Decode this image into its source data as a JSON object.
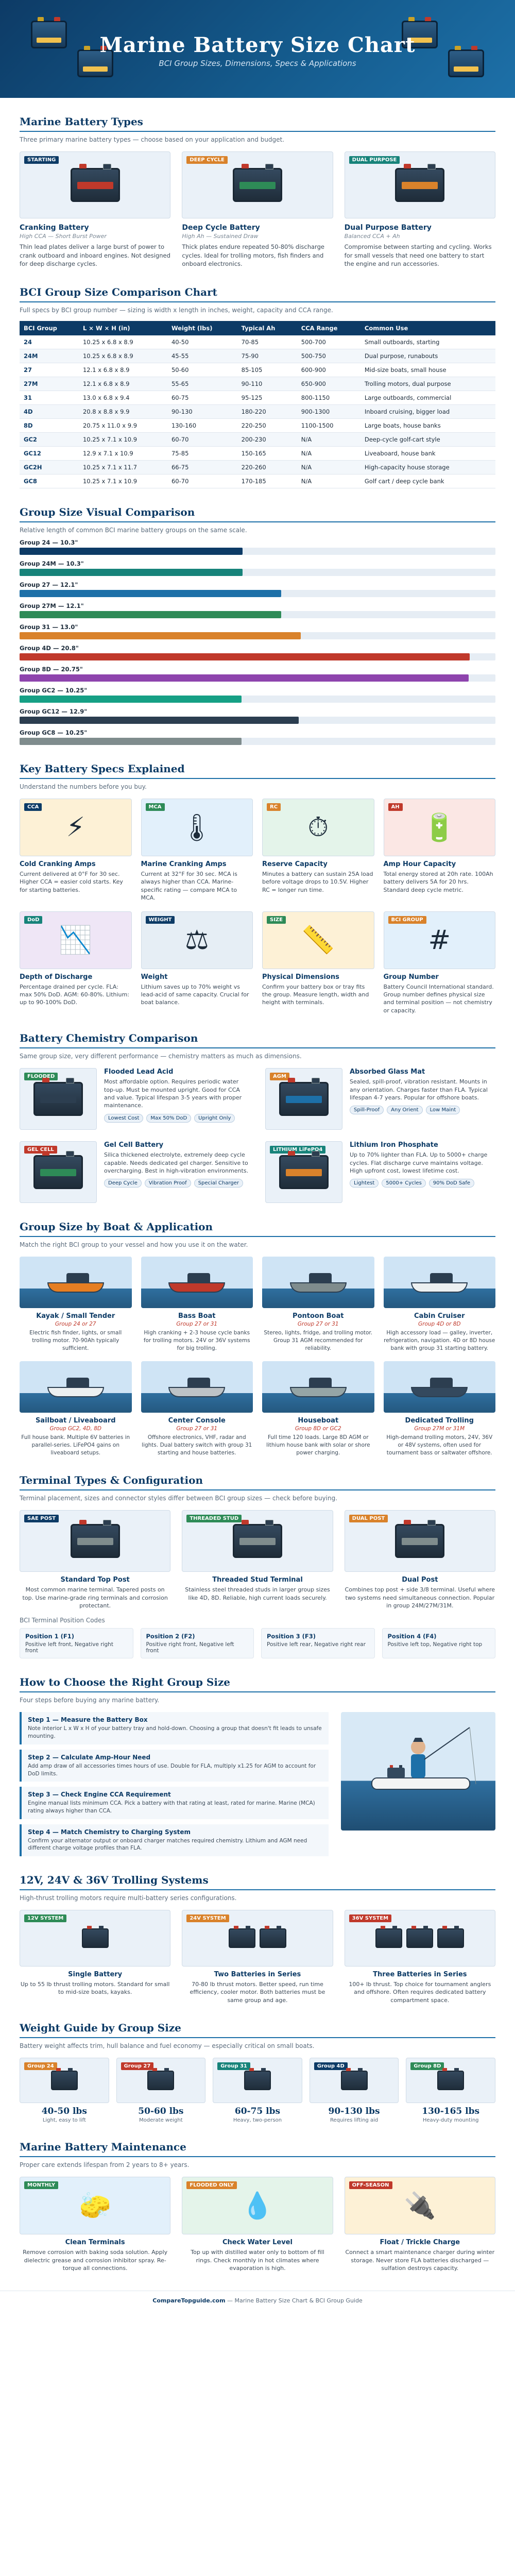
{
  "hero": {
    "title": "Marine Battery Size Chart",
    "subtitle": "BCI Group Sizes, Dimensions, Specs & Applications"
  },
  "types": {
    "title": "Marine Battery Types",
    "desc": "Three primary marine battery types — choose based on your application and budget.",
    "cards": [
      {
        "tag": "STARTING",
        "name": "Cranking Battery",
        "meta": "High CCA — Short Burst Power",
        "desc": "Thin lead plates deliver a large burst of power to crank outboard and inboard engines. Not designed for deep discharge cycles.",
        "color": "#c0392b"
      },
      {
        "tag": "DEEP CYCLE",
        "name": "Deep Cycle Battery",
        "meta": "High Ah — Sustained Draw",
        "desc": "Thick plates endure repeated 50-80% discharge cycles. Ideal for trolling motors, fish finders and onboard electronics.",
        "color": "#2e8b57"
      },
      {
        "tag": "DUAL PURPOSE",
        "name": "Dual Purpose Battery",
        "meta": "Balanced CCA + Ah",
        "desc": "Compromise between starting and cycling. Works for small vessels that need one battery to start the engine and run accessories.",
        "color": "#d9822b"
      }
    ]
  },
  "bci": {
    "title": "BCI Group Size Comparison Chart",
    "desc": "Full specs by BCI group number — sizing is width x length in inches, weight, capacity and CCA range.",
    "columns": [
      "BCI Group",
      "L × W × H (in)",
      "Weight (lbs)",
      "Typical Ah",
      "CCA Range",
      "Common Use"
    ],
    "rows": [
      [
        "24",
        "10.25 x 6.8 x 8.9",
        "40-50",
        "70-85",
        "500-700",
        "Small outboards, starting"
      ],
      [
        "24M",
        "10.25 x 6.8 x 8.9",
        "45-55",
        "75-90",
        "500-750",
        "Dual purpose, runabouts"
      ],
      [
        "27",
        "12.1 x 6.8 x 8.9",
        "50-60",
        "85-105",
        "600-900",
        "Mid-size boats, small house"
      ],
      [
        "27M",
        "12.1 x 6.8 x 8.9",
        "55-65",
        "90-110",
        "650-900",
        "Trolling motors, dual purpose"
      ],
      [
        "31",
        "13.0 x 6.8 x 9.4",
        "60-75",
        "95-125",
        "800-1150",
        "Large outboards, commercial"
      ],
      [
        "4D",
        "20.8 x 8.8 x 9.9",
        "90-130",
        "180-220",
        "900-1300",
        "Inboard cruising, bigger load"
      ],
      [
        "8D",
        "20.75 x 11.0 x 9.9",
        "130-160",
        "220-250",
        "1100-1500",
        "Large boats, house banks"
      ],
      [
        "GC2",
        "10.25 x 7.1 x 10.9",
        "60-70",
        "200-230",
        "N/A",
        "Deep-cycle golf-cart style"
      ],
      [
        "GC12",
        "12.9 x 7.1 x 10.9",
        "75-85",
        "150-165",
        "N/A",
        "Liveaboard, house bank"
      ],
      [
        "GC2H",
        "10.25 x 7.1 x 11.7",
        "66-75",
        "220-260",
        "N/A",
        "High-capacity house storage"
      ],
      [
        "GC8",
        "10.25 x 7.1 x 10.9",
        "60-70",
        "170-185",
        "N/A",
        "Golf cart / deep cycle bank"
      ]
    ]
  },
  "visual": {
    "title": "Group Size Visual Comparison",
    "desc": "Relative length of common BCI marine battery groups on the same scale."
  },
  "chart_data": {
    "type": "bar",
    "orientation": "horizontal",
    "categories": [
      "Group 24 — 10.3\"",
      "Group 24M — 10.3\"",
      "Group 27 — 12.1\"",
      "Group 27M — 12.1\"",
      "Group 31 — 13.0\"",
      "Group 4D — 20.8\"",
      "Group 8D — 20.75\"",
      "Group GC2 — 10.25\"",
      "Group GC12 — 12.9\"",
      "Group GC8 — 10.25\""
    ],
    "values": [
      10.3,
      10.3,
      12.1,
      12.1,
      13.0,
      20.8,
      20.75,
      10.25,
      12.9,
      10.25
    ],
    "colors": [
      "#0d3b66",
      "#17837a",
      "#1d70a8",
      "#2e8b57",
      "#d9822b",
      "#c0392b",
      "#8e44ad",
      "#16a085",
      "#2c3e50",
      "#7f8c8d"
    ],
    "xlim": [
      0,
      22
    ]
  },
  "features": {
    "title": "Key Battery Specs Explained",
    "desc": "Understand the numbers before you buy.",
    "items": [
      {
        "tag": "CCA",
        "name": "Cold Cranking Amps",
        "desc": "Current delivered at 0°F for 30 sec. Higher CCA = easier cold starts. Key for starting batteries.",
        "icon": "⚡",
        "bg": "#fdf1d6"
      },
      {
        "tag": "MCA",
        "name": "Marine Cranking Amps",
        "desc": "Current at 32°F for 30 sec. MCA is always higher than CCA. Marine-specific rating — compare MCA to MCA.",
        "icon": "🌡",
        "bg": "#e2f0fb"
      },
      {
        "tag": "RC",
        "name": "Reserve Capacity",
        "desc": "Minutes a battery can sustain 25A load before voltage drops to 10.5V. Higher RC = longer run time.",
        "icon": "⏱",
        "bg": "#e4f4ea"
      },
      {
        "tag": "AH",
        "name": "Amp Hour Capacity",
        "desc": "Total energy stored at 20h rate. 100Ah battery delivers 5A for 20 hrs. Standard deep cycle metric.",
        "icon": "🔋",
        "bg": "#fbe7e4"
      },
      {
        "tag": "DoD",
        "name": "Depth of Discharge",
        "desc": "Percentage drained per cycle. FLA: max 50% DoD. AGM: 60-80%. Lithium: up to 90-100% DoD.",
        "icon": "📉",
        "bg": "#efe6f6"
      },
      {
        "tag": "WEIGHT",
        "name": "Weight",
        "desc": "Lithium saves up to 70% weight vs lead-acid of same capacity. Crucial for boat balance.",
        "icon": "⚖",
        "bg": "#e6eef5"
      },
      {
        "tag": "SIZE",
        "name": "Physical Dimensions",
        "desc": "Confirm your battery box or tray fits the group. Measure length, width and height with terminals.",
        "icon": "📏",
        "bg": "#fdf1d6"
      },
      {
        "tag": "BCI GROUP",
        "name": "Group Number",
        "desc": "Battery Council International standard. Group number defines physical size and terminal position — not chemistry or capacity.",
        "icon": "#",
        "bg": "#e2f0fb"
      }
    ]
  },
  "chemistry": {
    "title": "Battery Chemistry Comparison",
    "desc": "Same group size, very different performance — chemistry matters as much as dimensions.",
    "items": [
      {
        "tag": "FLOODED",
        "name": "Flooded Lead Acid",
        "desc": "Most affordable option. Requires periodic water top-up. Must be mounted upright. Good for CCA and value. Typical lifespan 3-5 years with proper maintenance.",
        "pills": [
          "Lowest Cost",
          "Max 50% DoD",
          "Upright Only"
        ],
        "color": "#2c3e50"
      },
      {
        "tag": "AGM",
        "name": "Absorbed Glass Mat",
        "desc": "Sealed, spill-proof, vibration resistant. Mounts in any orientation. Charges faster than FLA. Typical lifespan 4-7 years. Popular for offshore boats.",
        "pills": [
          "Spill-Proof",
          "Any Orient",
          "Low Maint"
        ],
        "color": "#1d70a8"
      },
      {
        "tag": "GEL CELL",
        "name": "Gel Cell Battery",
        "desc": "Silica thickened electrolyte, extremely deep cycle capable. Needs dedicated gel charger. Sensitive to overcharging. Best in high-vibration environments.",
        "pills": [
          "Deep Cycle",
          "Vibration Proof",
          "Special Charger"
        ],
        "color": "#2e8b57"
      },
      {
        "tag": "LITHIUM LiFePO4",
        "name": "Lithium Iron Phosphate",
        "desc": "Up to 70% lighter than FLA. Up to 5000+ charge cycles. Flat discharge curve maintains voltage. High upfront cost, lowest lifetime cost.",
        "pills": [
          "Lightest",
          "5000+ Cycles",
          "90% DoD Safe"
        ],
        "color": "#d9822b"
      }
    ]
  },
  "boats": {
    "title": "Group Size by Boat & Application",
    "desc": "Match the right BCI group to your vessel and how you use it on the water.",
    "items": [
      {
        "name": "Kayak / Small Tender",
        "group": "Group 24 or 27",
        "desc": "Electric fish finder, lights, or small trolling motor. 70-90Ah typically sufficient.",
        "hull": "#e67e22"
      },
      {
        "name": "Bass Boat",
        "group": "Group 27 or 31",
        "desc": "High cranking + 2-3 house cycle banks for trolling motors. 24V or 36V systems for big trolling.",
        "hull": "#c0392b"
      },
      {
        "name": "Pontoon Boat",
        "group": "Group 27 or 31",
        "desc": "Stereo, lights, fridge, and trolling motor. Group 31 AGM recommended for reliability.",
        "hull": "#7f8c8d"
      },
      {
        "name": "Cabin Cruiser",
        "group": "Group 4D or 8D",
        "desc": "High accessory load — galley, inverter, refrigeration, navigation. 4D or 8D house bank with group 31 starting battery.",
        "hull": "#ecf0f1"
      },
      {
        "name": "Sailboat / Liveaboard",
        "group": "Group GC2, 4D, 8D",
        "desc": "Full house bank. Multiple 6V batteries in parallel-series. LiFePO4 gains on liveaboard setups.",
        "hull": "#ecf0f1"
      },
      {
        "name": "Center Console",
        "group": "Group 27 or 31",
        "desc": "Offshore electronics, VHF, radar and lights. Dual battery switch with group 31 starting and house batteries.",
        "hull": "#bdc3c7"
      },
      {
        "name": "Houseboat",
        "group": "Group 8D or GC2",
        "desc": "Full time 120 loads. Large 8D AGM or lithium house bank with solar or shore power charging.",
        "hull": "#95a5a6"
      },
      {
        "name": "Dedicated Trolling",
        "group": "Group 27M or 31M",
        "desc": "High-demand trolling motors, 24V, 36V or 48V systems, often used for tournament bass or saltwater offshore.",
        "hull": "#34495e"
      }
    ]
  },
  "terminals": {
    "title": "Terminal Types & Configuration",
    "desc": "Terminal placement, sizes and connector styles differ between BCI group sizes — check before buying.",
    "items": [
      {
        "tag": "SAE POST",
        "name": "Standard Top Post",
        "desc": "Most common marine terminal. Tapered posts on top. Use marine-grade ring terminals and corrosion protectant."
      },
      {
        "tag": "THREADED STUD",
        "name": "Threaded Stud Terminal",
        "desc": "Stainless steel threaded studs in larger group sizes like 4D, 8D. Reliable, high current loads securely."
      },
      {
        "tag": "DUAL POST",
        "name": "Dual Post",
        "desc": "Combines top post + side 3/8 terminal. Useful where two systems need simultaneous connection. Popular in group 24M/27M/31M."
      }
    ],
    "pos_label": "BCI Terminal Position Codes",
    "positions": [
      {
        "title": "Position 1 (F1)",
        "desc": "Positive left front, Negative right front"
      },
      {
        "title": "Position 2 (F2)",
        "desc": "Positive right front, Negative left front"
      },
      {
        "title": "Position 3 (F3)",
        "desc": "Positive left rear, Negative right rear"
      },
      {
        "title": "Position 4 (F4)",
        "desc": "Positive left top, Negative right top"
      }
    ]
  },
  "howto": {
    "title": "How to Choose the Right Group Size",
    "desc": "Four steps before buying any marine battery.",
    "steps": [
      {
        "title": "Step 1 — Measure the Battery Box",
        "desc": "Note interior L x W x H of your battery tray and hold-down. Choosing a group that doesn't fit leads to unsafe mounting."
      },
      {
        "title": "Step 2 — Calculate Amp-Hour Need",
        "desc": "Add amp draw of all accessories times hours of use. Double for FLA, multiply x1.25 for AGM to account for DoD limits."
      },
      {
        "title": "Step 3 — Check Engine CCA Requirement",
        "desc": "Engine manual lists minimum CCA. Pick a battery with that rating at least, rated for marine. Marine (MCA) rating always higher than CCA."
      },
      {
        "title": "Step 4 — Match Chemistry to Charging System",
        "desc": "Confirm your alternator output or onboard charger matches required chemistry. Lithium and AGM need different charge voltage profiles than FLA."
      }
    ]
  },
  "volts": {
    "title": "12V, 24V & 36V Trolling Systems",
    "desc": "High-thrust trolling motors require multi-battery series configurations.",
    "items": [
      {
        "tag": "12V SYSTEM",
        "name": "Single Battery",
        "desc": "Up to 55 lb thrust trolling motors. Standard for small to mid-size boats, kayaks.",
        "count": 1
      },
      {
        "tag": "24V SYSTEM",
        "name": "Two Batteries in Series",
        "desc": "70-80 lb thrust motors. Better speed, run time efficiency, cooler motor. Both batteries must be same group and age.",
        "count": 2
      },
      {
        "tag": "36V SYSTEM",
        "name": "Three Batteries in Series",
        "desc": "100+ lb thrust. Top choice for tournament anglers and offshore. Often requires dedicated battery compartment space.",
        "count": 3
      }
    ]
  },
  "weights": {
    "title": "Weight Guide by Group Size",
    "desc": "Battery weight affects trim, hull balance and fuel economy — especially critical on small boats.",
    "items": [
      {
        "tag": "Group 24",
        "val": "40-50 lbs",
        "desc": "Light, easy to lift"
      },
      {
        "tag": "Group 27",
        "val": "50-60 lbs",
        "desc": "Moderate weight"
      },
      {
        "tag": "Group 31",
        "val": "60-75 lbs",
        "desc": "Heavy, two-person"
      },
      {
        "tag": "Group 4D",
        "val": "90-130 lbs",
        "desc": "Requires lifting aid"
      },
      {
        "tag": "Group 8D",
        "val": "130-165 lbs",
        "desc": "Heavy-duty mounting"
      }
    ]
  },
  "maint": {
    "title": "Marine Battery Maintenance",
    "desc": "Proper care extends lifespan from 2 years to 8+ years.",
    "items": [
      {
        "tag": "MONTHLY",
        "name": "Clean Terminals",
        "desc": "Remove corrosion with baking soda solution. Apply dielectric grease and corrosion inhibitor spray. Re-torque all connections.",
        "icon": "🧽",
        "bg": "#e2f0fb"
      },
      {
        "tag": "FLOODED ONLY",
        "name": "Check Water Level",
        "desc": "Top up with distilled water only to bottom of fill rings. Check monthly in hot climates where evaporation is high.",
        "icon": "💧",
        "bg": "#e4f4ea"
      },
      {
        "tag": "OFF-SEASON",
        "name": "Float / Trickle Charge",
        "desc": "Connect a smart maintenance charger during winter storage. Never store FLA batteries discharged — sulfation destroys capacity.",
        "icon": "🔌",
        "bg": "#fdf1d6"
      }
    ]
  },
  "footer": {
    "site": "CompareTopguide.com",
    "text": "— Marine Battery Size Chart & BCI Group Guide"
  }
}
